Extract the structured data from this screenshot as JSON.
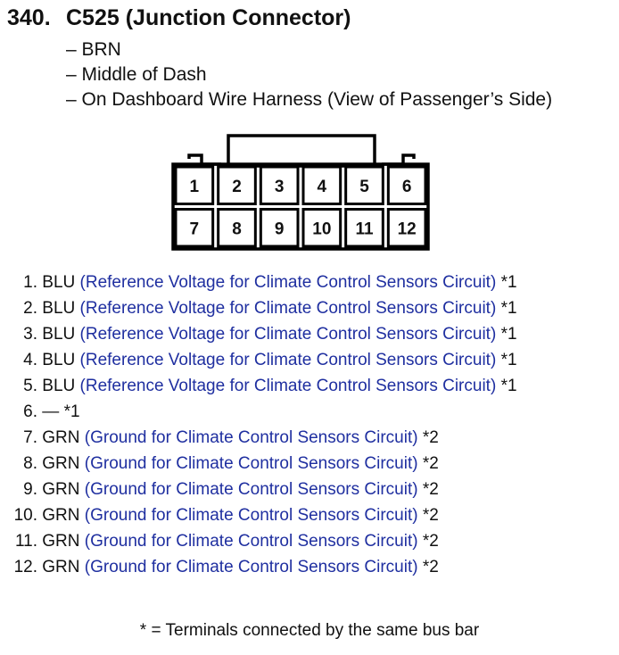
{
  "header": {
    "number": "340.",
    "title": "C525 (Junction Connector)",
    "details": [
      "– BRN",
      "– Middle of Dash",
      "– On Dashboard Wire Harness (View of Passenger’s Side)"
    ]
  },
  "connector": {
    "cavities": [
      "1",
      "2",
      "3",
      "4",
      "5",
      "6",
      "7",
      "8",
      "9",
      "10",
      "11",
      "12"
    ]
  },
  "pins": [
    {
      "num": "1.",
      "color": "BLU",
      "desc": "(Reference Voltage for Climate Control Sensors Circuit)",
      "note": "*1"
    },
    {
      "num": "2.",
      "color": "BLU",
      "desc": "(Reference Voltage for Climate Control Sensors Circuit)",
      "note": "*1"
    },
    {
      "num": "3.",
      "color": "BLU",
      "desc": "(Reference Voltage for Climate Control Sensors Circuit)",
      "note": "*1"
    },
    {
      "num": "4.",
      "color": "BLU",
      "desc": "(Reference Voltage for Climate Control Sensors Circuit)",
      "note": "*1"
    },
    {
      "num": "5.",
      "color": "BLU",
      "desc": "(Reference Voltage for Climate Control Sensors Circuit)",
      "note": "*1"
    },
    {
      "num": "6.",
      "color": "—",
      "desc": "",
      "note": "*1"
    },
    {
      "num": "7.",
      "color": "GRN",
      "desc": "(Ground for Climate Control Sensors Circuit)",
      "note": "*2"
    },
    {
      "num": "8.",
      "color": "GRN",
      "desc": "(Ground for Climate Control Sensors Circuit)",
      "note": "*2"
    },
    {
      "num": "9.",
      "color": "GRN",
      "desc": "(Ground for Climate Control Sensors Circuit)",
      "note": "*2"
    },
    {
      "num": "10.",
      "color": "GRN",
      "desc": "(Ground for Climate Control Sensors Circuit)",
      "note": "*2"
    },
    {
      "num": "11.",
      "color": "GRN",
      "desc": "(Ground for Climate Control Sensors Circuit)",
      "note": "*2"
    },
    {
      "num": "12.",
      "color": "GRN",
      "desc": "(Ground for Climate Control Sensors Circuit)",
      "note": "*2"
    }
  ],
  "footnote": "* = Terminals connected by the same bus bar",
  "colors": {
    "text": "#111111",
    "description": "#1f2fa0",
    "outline": "#000000"
  }
}
